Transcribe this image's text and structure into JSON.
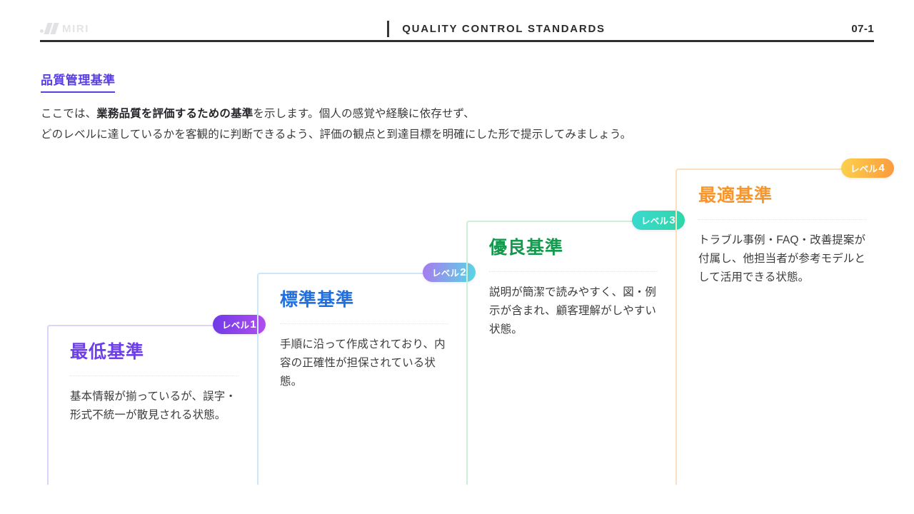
{
  "header": {
    "logo_text": "MIRI",
    "logo_icon": "miri-logo-mark",
    "title": "QUALITY CONTROL STANDARDS",
    "page_number": "07-1"
  },
  "section": {
    "heading": "品質管理基準"
  },
  "lead": {
    "line1_pre": "ここでは、",
    "line1_bold": "業務品質を評価するための基準",
    "line1_post": "を示します。個人の感覚や経験に依存せず、",
    "line2": "どのレベルに達しているかを客観的に判断できるよう、評価の観点と到達目標を明確にした形で提示してみましょう。"
  },
  "colors": {
    "accent_heading": "#5b3fe0",
    "header_rule": "#2f2f32",
    "level1_title": "#6d3fe8",
    "level2_title": "#1f6fe0",
    "level3_title": "#139a4e",
    "level4_title": "#f7962c"
  },
  "steps": [
    {
      "badge_label": "レベル",
      "badge_number": "1",
      "title": "最低基準",
      "body": "基本情報が揃っているが、誤字・形式不統一が散見される状態。",
      "title_color": "#6d3fe8",
      "edge_color": "#ddd2fb",
      "badge_from": "#6d3ae6",
      "badge_to": "#b34ef0"
    },
    {
      "badge_label": "レベル",
      "badge_number": "2",
      "title": "標準基準",
      "body": "手順に沿って作成されており、内容の正確性が担保されている状態。",
      "title_color": "#1f6fe0",
      "edge_color": "#cfe6f8",
      "badge_from": "#a879ef",
      "badge_to": "#57d8e4"
    },
    {
      "badge_label": "レベル",
      "badge_number": "3",
      "title": "優良基準",
      "body": "説明が簡潔で読みやすく、図・例示が含まれ、顧客理解がしやすい状態。",
      "title_color": "#139a4e",
      "edge_color": "#cdeed7",
      "badge_from": "#3ad9d0",
      "badge_to": "#2fd6a8"
    },
    {
      "badge_label": "レベル",
      "badge_number": "4",
      "title": "最適基準",
      "body": "トラブル事例・FAQ・改善提案が付属し、他担当者が参考モデルとして活用できる状態。",
      "title_color": "#f7962c",
      "edge_color": "#fadfc0",
      "badge_from": "#fbd24e",
      "badge_to": "#fb9a3c"
    }
  ]
}
